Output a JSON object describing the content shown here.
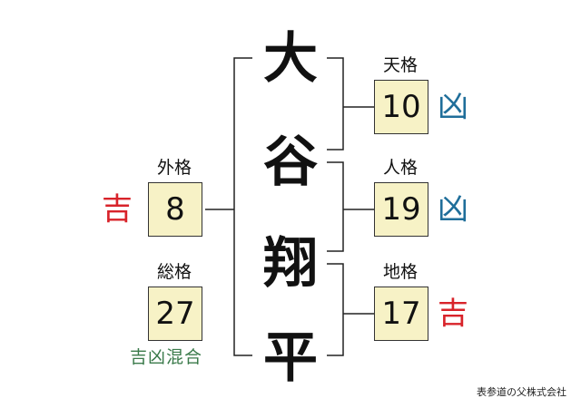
{
  "name_chars": [
    "大",
    "谷",
    "翔",
    "平"
  ],
  "tenkaku": {
    "label": "天格",
    "value": "10",
    "verdict": "凶"
  },
  "jinkaku": {
    "label": "人格",
    "value": "19",
    "verdict": "凶"
  },
  "chikaku": {
    "label": "地格",
    "value": "17",
    "verdict": "吉"
  },
  "gaikaku": {
    "label": "外格",
    "value": "8",
    "verdict": "吉"
  },
  "soukaku": {
    "label": "総格",
    "value": "27",
    "verdict": "吉凶混合"
  },
  "credit": "表参道の父株式会社",
  "colors": {
    "kichi": "#d8232a",
    "kyou": "#1f6e9a",
    "mixed": "#3a7a4a",
    "box_fill": "#f7f2c6"
  }
}
